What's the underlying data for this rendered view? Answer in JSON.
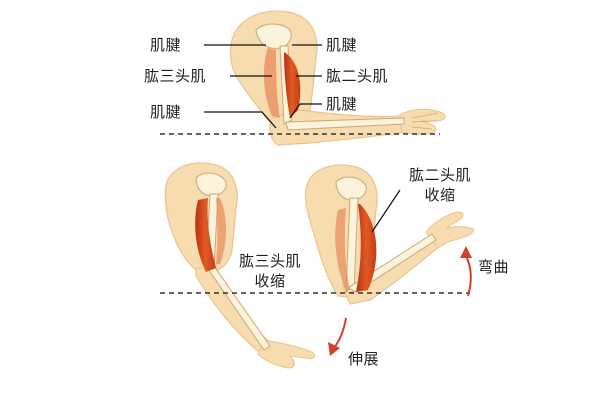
{
  "labels": {
    "top_left_tendon": "肌腱",
    "top_triceps": "肱三头肌",
    "top_lower_tendon": "肌腱",
    "top_right_tendon": "肌腱",
    "top_biceps": "肱二头肌",
    "top_right_lower_tendon": "肌腱",
    "triceps_contract_line1": "肱三头肌",
    "triceps_contract_line2": "收缩",
    "biceps_contract_line1": "肱二头肌",
    "biceps_contract_line2": "收缩",
    "flexion": "弯曲",
    "extension": "伸展"
  },
  "colors": {
    "skin": "#f6dcae",
    "skin_outline": "#e9c48e",
    "muscle": "#d9481e",
    "muscle_light": "#ef7a45",
    "bone": "#fbf3dc",
    "bone_outline": "#c9a877",
    "leader_line": "#111111",
    "arrow": "#d2402a",
    "dashed_line": "#333333"
  }
}
